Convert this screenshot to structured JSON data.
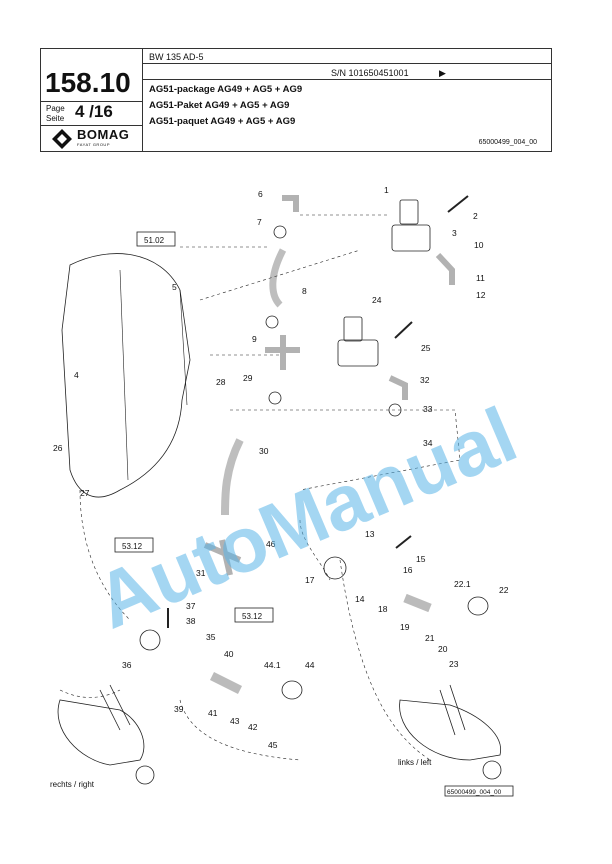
{
  "header": {
    "page_number": "158.10",
    "page_label_en": "Page",
    "page_label_de": "Seite",
    "page_fraction": "4 /16",
    "brand": "BOMAG",
    "brand_subtitle": "FAYAT GROUP",
    "model": "BW 135 AD-5",
    "serial": "S/N 101650451001",
    "serial_arrow": "▶",
    "title_en": "AG51-package AG49 + AG5 + AG9",
    "title_de": "AG51-Paket AG49 + AG5 + AG9",
    "title_fr": "AG51-paquet AG49 + AG5 + AG9",
    "doc_code": "65000499_004_00"
  },
  "drawing": {
    "references": [
      "51.02",
      "53.12",
      "53.12"
    ],
    "side_right": "rechts / right",
    "side_left": "links / left",
    "figure_code": "65000499_004_00",
    "watermark": "AutoManual",
    "part_labels": [
      "1",
      "2",
      "3",
      "4",
      "5",
      "6",
      "7",
      "8",
      "9",
      "10",
      "11",
      "12",
      "13",
      "14",
      "15",
      "16",
      "17",
      "18",
      "19",
      "20",
      "21",
      "22",
      "22.1",
      "23",
      "24",
      "25",
      "26",
      "27",
      "28",
      "29",
      "30",
      "31",
      "32",
      "33",
      "34",
      "35",
      "36",
      "37",
      "38",
      "39",
      "40",
      "41",
      "42",
      "43",
      "44",
      "44.1",
      "45",
      "46"
    ]
  }
}
